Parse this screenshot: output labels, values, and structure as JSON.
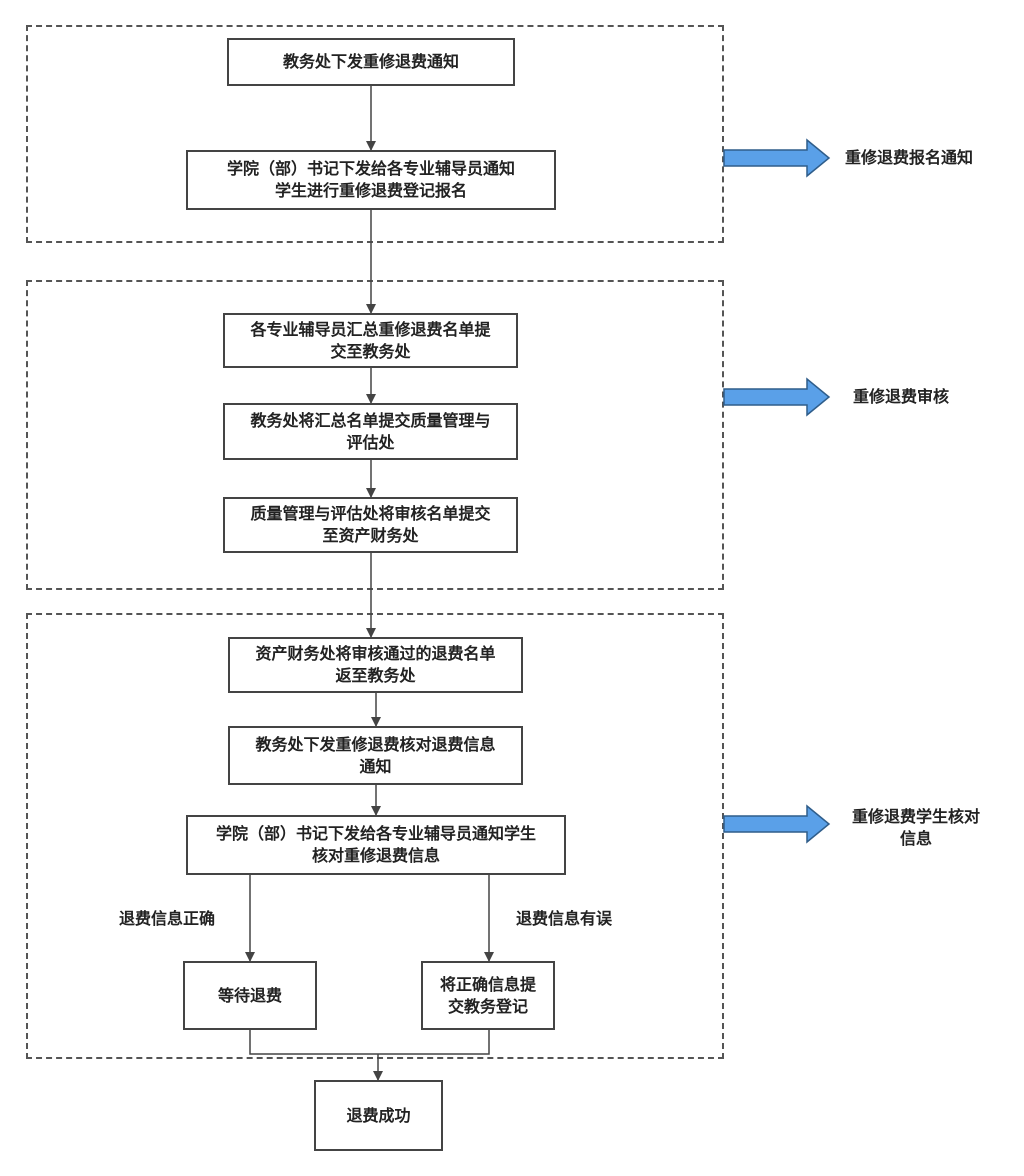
{
  "stages": [
    {
      "name": "stage-registration",
      "arrow_label": "重修退费报名通知"
    },
    {
      "name": "stage-review",
      "arrow_label": "重修退费审核"
    },
    {
      "name": "stage-verify",
      "arrow_label": "重修退费学生核对\n信息"
    }
  ],
  "steps": {
    "s1": "教务处下发重修退费通知",
    "s2": "学院（部）书记下发给各专业辅导员通知\n学生进行重修退费登记报名",
    "s3": "各专业辅导员汇总重修退费名单提\n交至教务处",
    "s4": "教务处将汇总名单提交质量管理与\n评估处",
    "s5": "质量管理与评估处将审核名单提交\n至资产财务处",
    "s6": "资产财务处将审核通过的退费名单\n返至教务处",
    "s7": "教务处下发重修退费核对退费信息\n通知",
    "s8": "学院（部）书记下发给各专业辅导员通知学生\n核对重修退费信息",
    "s9": "等待退费",
    "s10": "将正确信息提\n交教务登记",
    "s11": "退费成功"
  },
  "branches": {
    "correct": "退费信息正确",
    "wrong": "退费信息有误"
  },
  "colors": {
    "side_arrow_fill": "#5aa0e8",
    "side_arrow_stroke": "#2f5d8a",
    "line": "#444444",
    "stage_border": "#555555"
  }
}
